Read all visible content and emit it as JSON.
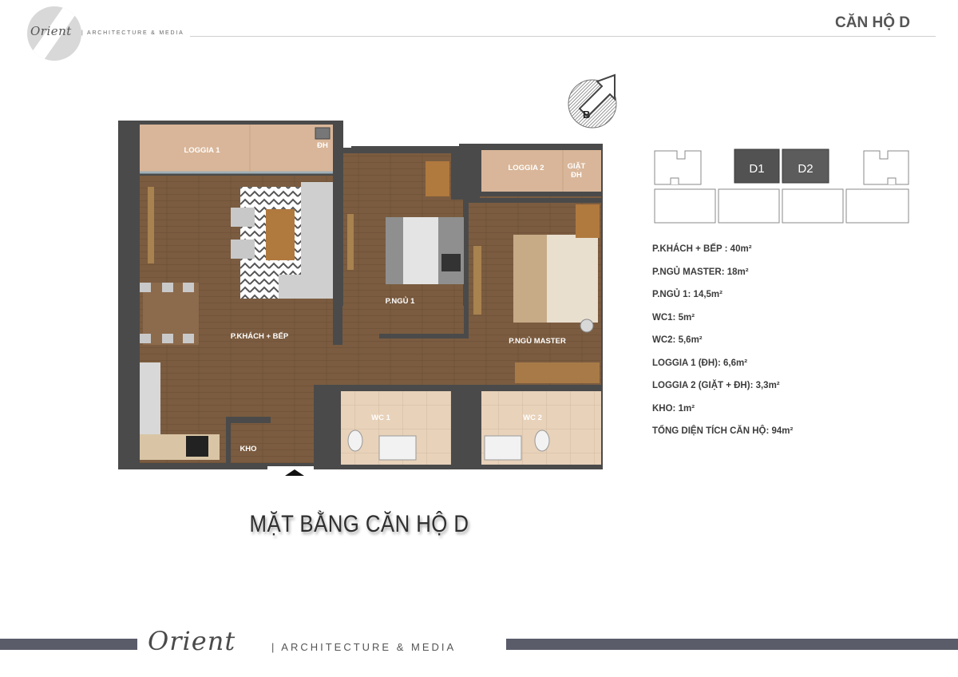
{
  "header": {
    "logo_word": "Orient",
    "logo_sub": "| ARCHITECTURE & MEDIA",
    "title": "CĂN HỘ D"
  },
  "compass": {
    "label": "B"
  },
  "key_plan": {
    "units": [
      "D1",
      "D2"
    ]
  },
  "rooms": {
    "loggia1": "LOGGIA 1",
    "dh1": "ĐH",
    "loggia2": "LOGGIA 2",
    "giat": "GIẶT",
    "dh2": "ĐH",
    "living": "P.KHÁCH + BẾP",
    "bed1": "P.NGỦ 1",
    "master": "P.NGỦ MASTER",
    "wc1": "WC 1",
    "wc2": "WC 2",
    "kho": "KHO"
  },
  "areas": [
    "P.KHÁCH + BẾP : 40m²",
    "P.NGỦ MASTER: 18m²",
    "P.NGỦ 1: 14,5m²",
    "WC1: 5m²",
    "WC2: 5,6m²",
    "LOGGIA 1 (ĐH): 6,6m²",
    "LOGGIA 2 (GIẶT + ĐH): 3,3m²",
    "KHO: 1m²",
    "TỔNG DIỆN TÍCH CĂN HỘ: 94m²"
  ],
  "caption": "MẶT BẰNG CĂN HỘ D",
  "footer": {
    "logo_word": "Orient",
    "sub": "| ARCHITECTURE & MEDIA"
  },
  "colors": {
    "wall": "#4a4a4a",
    "wood_floor": "#7a5b3f",
    "loggia_floor": "#d8b597",
    "tile_floor": "#e6cfb6",
    "footer_bar": "#5a5c6a"
  }
}
